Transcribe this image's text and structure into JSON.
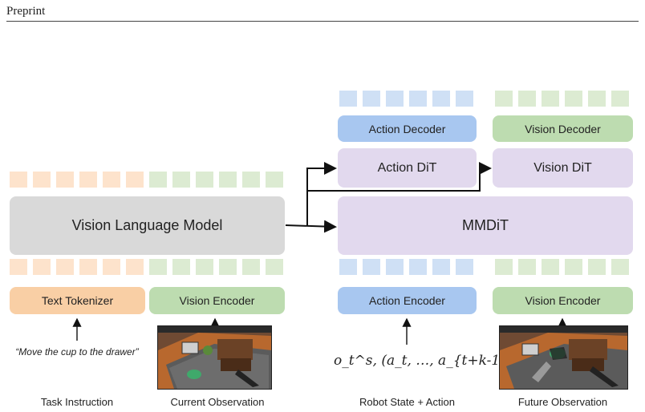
{
  "header": {
    "title": "Preprint"
  },
  "diagram": {
    "vlm": "Vision Language Model",
    "mmdit": "MMDiT",
    "action_dit": "Action DiT",
    "vision_dit": "Vision DiT",
    "action_decoder": "Action Decoder",
    "vision_decoder": "Vision Decoder",
    "text_tokenizer": "Text Tokenizer",
    "vision_encoder_left": "Vision Encoder",
    "action_encoder": "Action Encoder",
    "vision_encoder_right": "Vision Encoder",
    "instruction_text": "“Move the cup to the drawer”",
    "state_action_formula": "o_t^s, (a_t, …, a_{t+k-1})",
    "captions": {
      "task": "Task Instruction",
      "current": "Current Observation",
      "robot": "Robot State + Action",
      "future": "Future Observation"
    }
  },
  "colors": {
    "vlm": "#d9d9d9",
    "mmdit": "#e2d9ee",
    "decoder_blue": "#a8c7f0",
    "decoder_green": "#bddcb0",
    "tokenizer": "#f9cfa5",
    "encoder_green": "#bddcb0",
    "encoder_blue": "#a8c7f0"
  }
}
